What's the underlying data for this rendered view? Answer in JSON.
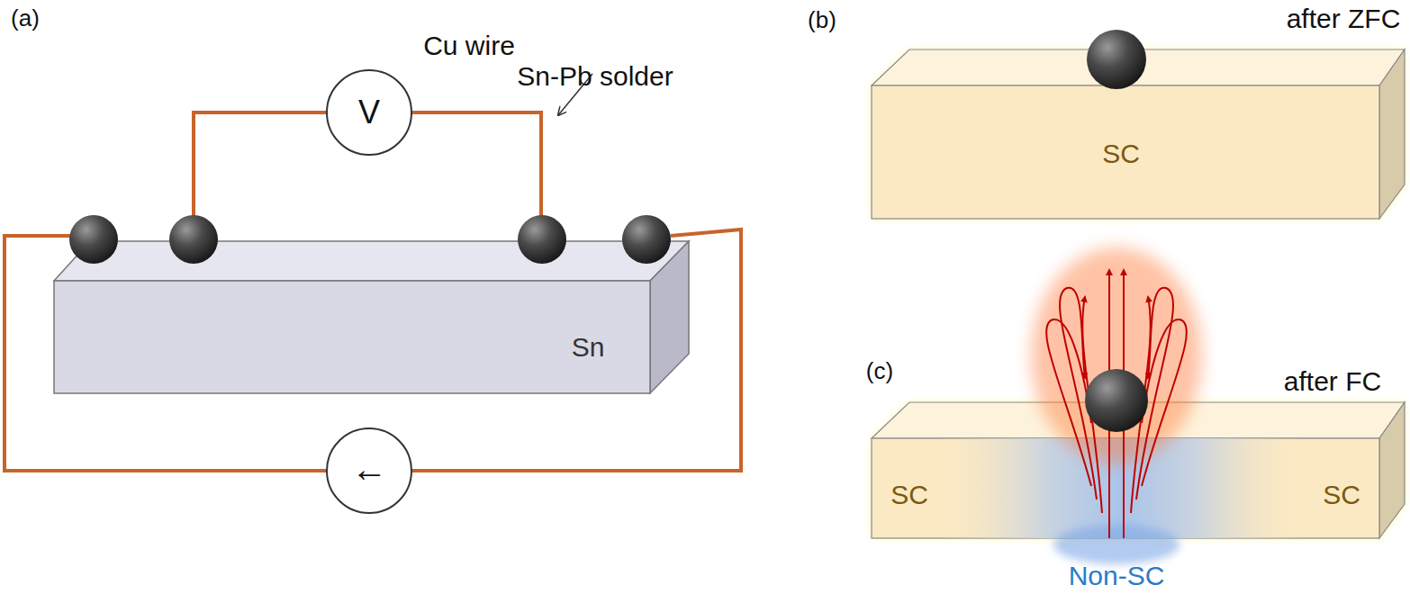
{
  "diagram": {
    "nodes": [
      {
        "text": [
          "V"
        ]
      },
      {
        "text": [
          "Sn"
        ]
      },
      {
        "text": [
          "←"
        ]
      },
      {
        "text": [
          "SC"
        ]
      },
      {
        "text": [
          "SC",
          "SC",
          "Non-SC"
        ]
      }
    ],
    "labels": [
      "(a)",
      "Cu wire",
      "Sn-Pb solder",
      "(b)",
      "after ZFC",
      "(c)",
      "after FC"
    ]
  }
}
